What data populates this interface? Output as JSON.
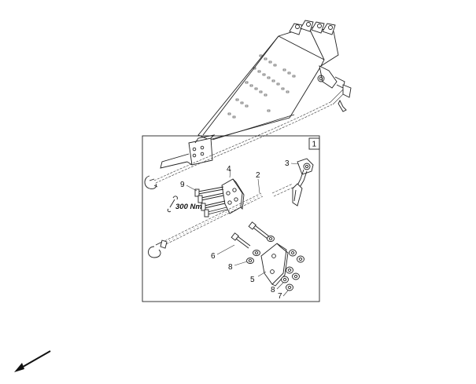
{
  "callouts": {
    "frame_number": "1",
    "chain": "2",
    "shackle": "3",
    "plate": "4",
    "bracket": "5",
    "bolt_long": "6",
    "washer_upper": "8",
    "washer_lower": "8",
    "nut": "7",
    "bolt_set": "9"
  },
  "torque": {
    "value": "300 Nm",
    "icon": "wrench-icon"
  },
  "orientation_arrow": {
    "icon": "arrow-down-left-icon"
  }
}
